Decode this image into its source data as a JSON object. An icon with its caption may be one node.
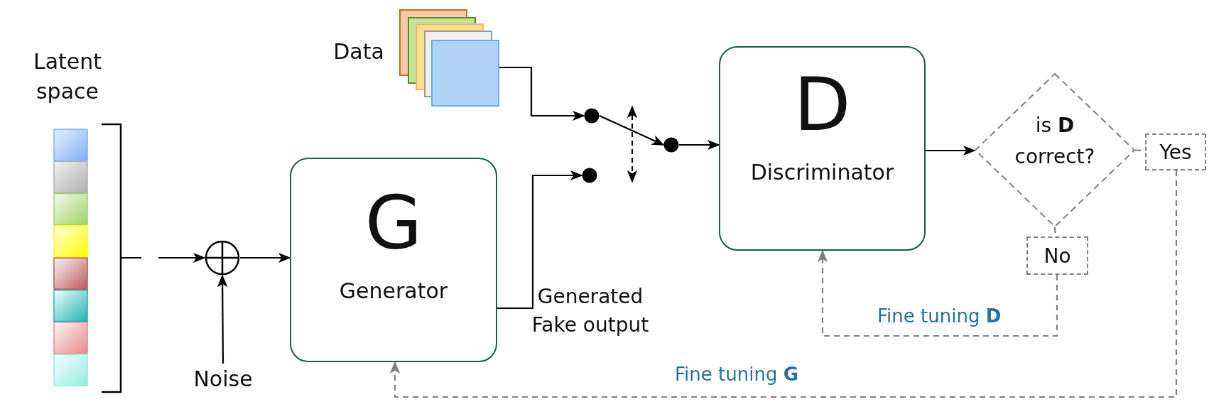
{
  "diagram": {
    "nodes": [
      {
        "text": [
          "Latent space"
        ]
      },
      {
        "text": [],
        "shape": "circle"
      },
      {
        "text": [
          "Noise"
        ]
      },
      {
        "text": [
          "G",
          "Generator"
        ]
      },
      {
        "text": [
          "Data"
        ]
      },
      {
        "text": [],
        "shape": "circle"
      },
      {
        "text": [],
        "shape": "circle"
      },
      {
        "text": [],
        "shape": "circle"
      },
      {
        "text": [
          "D",
          "Discriminator"
        ]
      },
      {
        "text": [
          "is **D** correct?"
        ]
      },
      {
        "text": [
          "Yes"
        ]
      },
      {
        "text": [
          "No"
        ]
      }
    ],
    "edges": [
      {
        "from": 0,
        "to": 1,
        "arrow": "to",
        "style": "dashed"
      },
      {
        "from": 2,
        "to": 1,
        "arrow": "to"
      },
      {
        "from": 1,
        "to": 3,
        "arrow": "to"
      },
      {
        "from": 4,
        "to": 5,
        "arrow": "to"
      },
      {
        "from": 3,
        "to": 6,
        "arrow": "to"
      },
      {
        "from": 5,
        "to": 7,
        "arrow": "to"
      },
      {
        "from": 7,
        "to": 8,
        "arrow": "to"
      },
      {
        "from": 8,
        "to": 9,
        "arrow": "to"
      },
      {
        "from": 9,
        "to": 10,
        "arrow": "none",
        "style": "dashed",
        "color": "#808080"
      },
      {
        "from": 9,
        "to": 11,
        "arrow": "none",
        "style": "dashed",
        "color": "#808080"
      },
      {
        "from": 11,
        "to": 8,
        "arrow": "to",
        "style": "dashed",
        "color": "#808080",
        "label": "Fine tuning **D**"
      },
      {
        "from": 10,
        "to": 3,
        "arrow": "to",
        "style": "dashed",
        "color": "#808080",
        "label": "Fine tuning **G**"
      }
    ],
    "labels": [
      "Generated Fake output"
    ]
  }
}
